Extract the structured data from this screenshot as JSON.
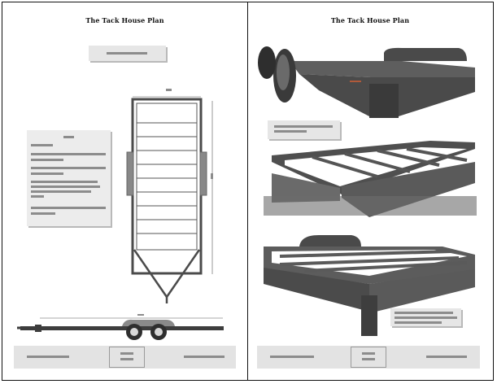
{
  "document": {
    "left_page": {
      "title": "The Tack House Plan"
    },
    "right_page": {
      "title": "The Tack House Plan"
    }
  },
  "colors": {
    "steel_dark": "#3d3d3d",
    "steel_mid": "#5a5a5a",
    "steel_light": "#7a7a7a",
    "panel_bg": "#e6e6e6",
    "placeholder_text": "#8c8c8c"
  },
  "figures": [
    {
      "name": "trailer-frame-top-view"
    },
    {
      "name": "trailer-side-view"
    },
    {
      "name": "trailer-3d-wheel-corner"
    },
    {
      "name": "trailer-3d-frame-overview"
    },
    {
      "name": "trailer-3d-rear-corner"
    }
  ]
}
